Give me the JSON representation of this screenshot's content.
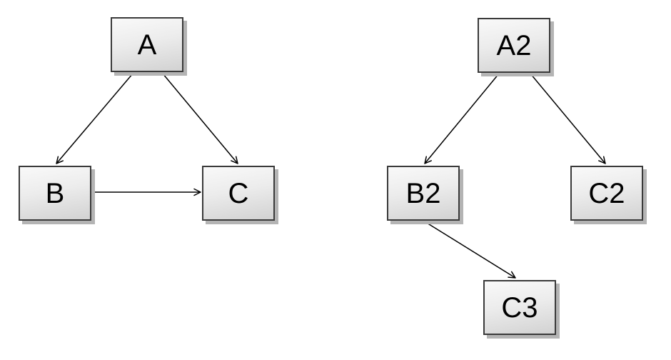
{
  "diagram": {
    "background": "#ffffff",
    "style": {
      "node_fill_top": "#f9f9f9",
      "node_fill_bottom": "#d2d2d2",
      "node_border": "#3a3a3a",
      "node_shadow": "#b4b4b4",
      "edge_color": "#000000",
      "label_color": "#000000"
    },
    "graphs": [
      {
        "name": "left-graph",
        "nodes": [
          {
            "id": "A",
            "label": "A"
          },
          {
            "id": "B",
            "label": "B"
          },
          {
            "id": "C",
            "label": "C"
          }
        ],
        "edges": [
          {
            "from": "A",
            "to": "B"
          },
          {
            "from": "A",
            "to": "C"
          },
          {
            "from": "B",
            "to": "C"
          }
        ]
      },
      {
        "name": "right-graph",
        "nodes": [
          {
            "id": "A2",
            "label": "A2"
          },
          {
            "id": "B2",
            "label": "B2"
          },
          {
            "id": "C2",
            "label": "C2"
          },
          {
            "id": "C3",
            "label": "C3"
          }
        ],
        "edges": [
          {
            "from": "A2",
            "to": "B2"
          },
          {
            "from": "A2",
            "to": "C2"
          },
          {
            "from": "B2",
            "to": "C3"
          }
        ]
      }
    ]
  }
}
